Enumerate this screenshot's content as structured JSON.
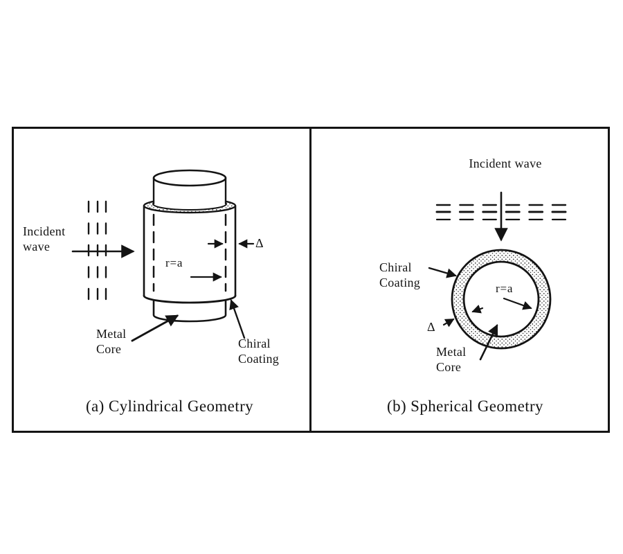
{
  "figure": {
    "ink": "#141414",
    "background": "#ffffff",
    "panel_a": {
      "caption": "(a) Cylindrical Geometry",
      "incident_wave": "Incident wave",
      "r_eq_a": "r=a",
      "delta": "Δ",
      "metal_core": "Metal Core",
      "chiral_coating": "Chiral Coating"
    },
    "panel_b": {
      "caption": "(b) Spherical Geometry",
      "incident_wave": "Incident wave",
      "r_eq_a": "r=a",
      "delta": "Δ",
      "metal_core": "Metal Core",
      "chiral_coating": "Chiral Coating"
    }
  }
}
